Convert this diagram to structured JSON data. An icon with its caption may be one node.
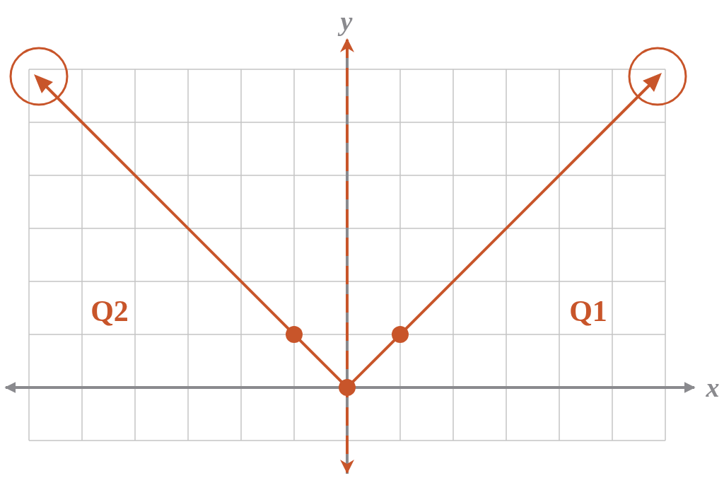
{
  "diagram": {
    "labels": [
      "y",
      "Q2",
      "Q1",
      "x"
    ]
  }
}
